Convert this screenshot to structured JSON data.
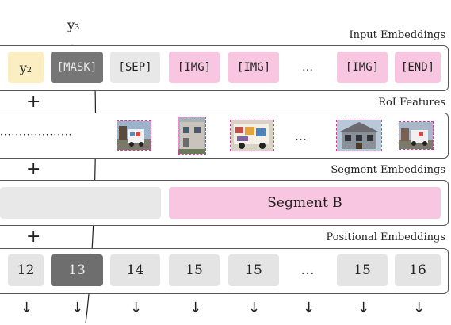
{
  "annotation": {
    "y3_label": "y₃"
  },
  "rows": {
    "input_label": "Input Embeddings",
    "roi_label": "RoI Features",
    "segment_label": "Segment Embeddings",
    "positional_label": "Positional Embeddings"
  },
  "input_tokens": [
    "y₂",
    "[MASK]",
    "[SEP]",
    "[IMG]",
    "[IMG]",
    "…",
    "[IMG]",
    "[END]"
  ],
  "roi": {
    "dotted": "···················",
    "ellipsis": "…"
  },
  "segments": {
    "segment_b": "Segment B"
  },
  "plus_symbol": "+",
  "positions": [
    "12",
    "13",
    "14",
    "15",
    "15",
    "…",
    "15",
    "16"
  ],
  "arrow_symbol": "↓",
  "colors": {
    "pink": "#f8c6e0",
    "yellow": "#fbeec2",
    "gray": "#e8e8e8",
    "mask": "#767676",
    "roi_border": "#d23a9a"
  }
}
